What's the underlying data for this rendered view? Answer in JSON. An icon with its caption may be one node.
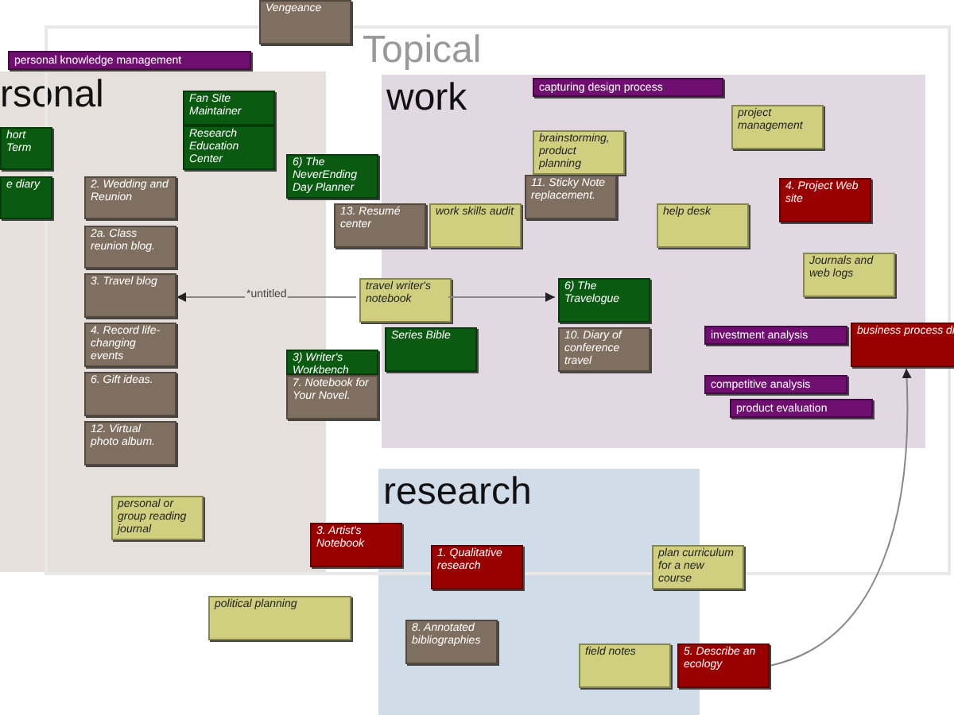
{
  "diagram": {
    "nodes": [
      {
        "text": [
          "Topical"
        ]
      },
      {
        "text": [
          "rsonal"
        ]
      },
      {
        "text": [
          "work"
        ],
        "in": 0
      },
      {
        "text": [
          "research"
        ]
      },
      {
        "text": [
          "Vengeance"
        ]
      },
      {
        "text": [
          "personal knowledge management"
        ]
      },
      {
        "text": [
          "hort Term"
        ],
        "in": 1
      },
      {
        "text": [
          "e diary"
        ],
        "in": 1
      },
      {
        "text": [
          "Fan Site Maintainer"
        ],
        "in": 1
      },
      {
        "text": [
          "Research Education Center"
        ],
        "in": 1
      },
      {
        "text": [
          "6) The NeverEnding Day Planner"
        ],
        "in": 0
      },
      {
        "text": [
          "2. Wedding and Reunion"
        ],
        "in": 1
      },
      {
        "text": [
          "2a. Class reunion blog."
        ],
        "in": 1
      },
      {
        "text": [
          "3. Travel blog"
        ],
        "in": 1
      },
      {
        "text": [
          "4. Record life-changing events"
        ],
        "in": 1
      },
      {
        "text": [
          "6. Gift ideas."
        ],
        "in": 1
      },
      {
        "text": [
          "12. Virtual photo album."
        ],
        "in": 1
      },
      {
        "text": [
          "personal or group reading journal"
        ],
        "in": 1
      },
      {
        "text": [
          "13. Resumé center"
        ],
        "in": 0
      },
      {
        "text": [
          "work skills audit"
        ],
        "in": 2
      },
      {
        "text": [
          "11. Sticky Note replacement."
        ],
        "in": 2
      },
      {
        "text": [
          "brainstorming, product planning"
        ],
        "in": 2
      },
      {
        "text": [
          "capturing design process"
        ],
        "in": 2
      },
      {
        "text": [
          "project management"
        ],
        "in": 2
      },
      {
        "text": [
          "help desk"
        ],
        "in": 2
      },
      {
        "text": [
          "4. Project Web site"
        ],
        "in": 2
      },
      {
        "text": [
          "Journals and web logs"
        ],
        "in": 2
      },
      {
        "text": [
          "travel writer's notebook"
        ],
        "in": 0
      },
      {
        "text": [
          "6) The Travelogue"
        ],
        "in": 2
      },
      {
        "text": [
          "10. Diary of conference travel"
        ],
        "in": 2
      },
      {
        "text": [
          "Series Bible"
        ],
        "in": 2
      },
      {
        "text": [
          "3) Writer's Workbench"
        ],
        "in": 0
      },
      {
        "text": [
          "7. Notebook for Your Novel."
        ],
        "in": 0
      },
      {
        "text": [
          "investment analysis"
        ],
        "in": 2
      },
      {
        "text": [
          "business process di"
        ]
      },
      {
        "text": [
          "competitive analysis"
        ],
        "in": 2
      },
      {
        "text": [
          "product evaluation"
        ],
        "in": 2
      },
      {
        "text": [
          "3. Artist's Notebook"
        ],
        "in": 0
      },
      {
        "text": [
          "1. Qualitative research"
        ],
        "in": 3
      },
      {
        "text": [
          "political planning"
        ]
      },
      {
        "text": [
          "8. Annotated bibliographies"
        ],
        "in": 3
      },
      {
        "text": [
          "plan curriculum for a new course"
        ]
      },
      {
        "text": [
          "field notes"
        ],
        "in": 3
      },
      {
        "text": [
          "5. Describe an ecology"
        ]
      }
    ],
    "edges": [
      {
        "from": 27,
        "to": 13,
        "arrow": "to",
        "label": "*untitled"
      },
      {
        "from": 27,
        "to": 28,
        "arrow": "to"
      },
      {
        "from": 43,
        "to": 34,
        "arrow": "to"
      }
    ]
  }
}
